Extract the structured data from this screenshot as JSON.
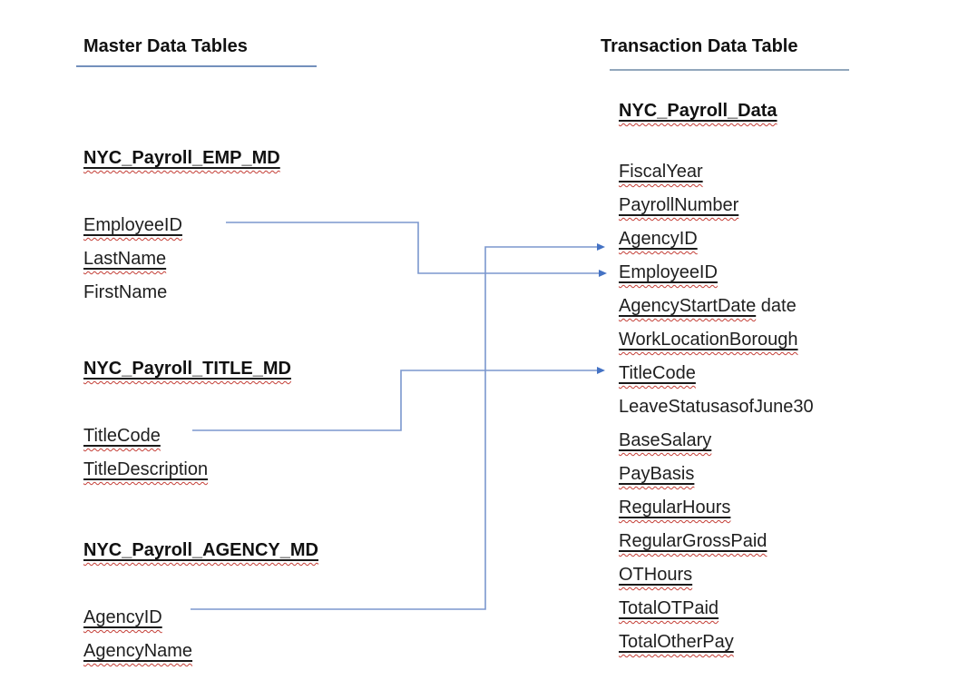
{
  "left_column": {
    "title": "Master Data Tables",
    "tables": [
      {
        "name": "NYC_Payroll_EMP_MD",
        "fields": [
          {
            "label": "EmployeeID",
            "decorated": true
          },
          {
            "label": "LastName",
            "decorated": true
          },
          {
            "label": "FirstName",
            "decorated": false
          }
        ]
      },
      {
        "name": "NYC_Payroll_TITLE_MD",
        "fields": [
          {
            "label": "TitleCode",
            "decorated": true
          },
          {
            "label": "TitleDescription",
            "decorated": true
          }
        ]
      },
      {
        "name": "NYC_Payroll_AGENCY_MD",
        "fields": [
          {
            "label": "AgencyID",
            "decorated": true
          },
          {
            "label": "AgencyName",
            "decorated": true
          }
        ]
      }
    ]
  },
  "right_column": {
    "title": "Transaction Data Table",
    "table_name": "NYC_Payroll_Data",
    "fields": [
      {
        "label": "FiscalYear",
        "decorated": true
      },
      {
        "label": "PayrollNumber",
        "decorated": true
      },
      {
        "label": "AgencyID",
        "decorated": true
      },
      {
        "label": "EmployeeID",
        "decorated": true
      },
      {
        "label": "AgencyStartDate",
        "decorated": true,
        "suffix": " date"
      },
      {
        "label": "WorkLocationBorough",
        "decorated": true
      },
      {
        "label": "TitleCode",
        "decorated": true
      },
      {
        "label": "LeaveStatusasofJune30",
        "decorated": false
      },
      {
        "label": "BaseSalary",
        "decorated": true
      },
      {
        "label": "PayBasis",
        "decorated": true
      },
      {
        "label": "RegularHours",
        "decorated": true
      },
      {
        "label": "RegularGrossPaid",
        "decorated": true
      },
      {
        "label": "OTHours",
        "decorated": true
      },
      {
        "label": "TotalOTPaid",
        "decorated": true
      },
      {
        "label": "TotalOtherPay",
        "decorated": true
      }
    ]
  },
  "connectors": [
    {
      "from": "NYC_Payroll_EMP_MD.EmployeeID",
      "to": "NYC_Payroll_Data.EmployeeID"
    },
    {
      "from": "NYC_Payroll_TITLE_MD.TitleCode",
      "to": "NYC_Payroll_Data.TitleCode"
    },
    {
      "from": "NYC_Payroll_AGENCY_MD.AgencyID",
      "to": "NYC_Payroll_Data.AgencyID"
    }
  ],
  "colors": {
    "connector_line": "#7B97CE",
    "arrowhead": "#4472C4",
    "rule_left": "#7390BC",
    "rule_right": "#92A7BC",
    "squiggle": "#C43E36",
    "text": "#1f1f1f"
  }
}
